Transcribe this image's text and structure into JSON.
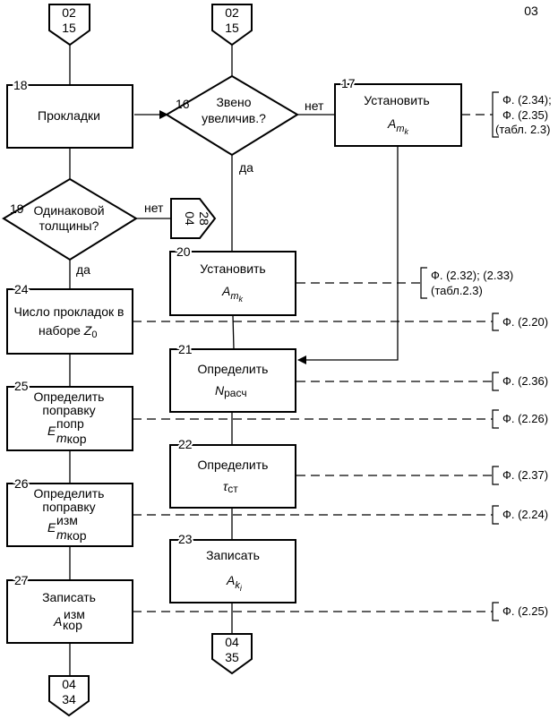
{
  "page_number": "03",
  "connectors": {
    "in_left": {
      "top": "02",
      "bottom": "15"
    },
    "in_mid": {
      "top": "02",
      "bottom": "15"
    },
    "out_right": {
      "top": "04",
      "bottom": "28"
    },
    "out_mid": {
      "top": "04",
      "bottom": "35"
    },
    "out_left": {
      "top": "04",
      "bottom": "34"
    }
  },
  "blocks": {
    "b16": {
      "num": "16",
      "line1": "Звено",
      "line2": "увеличив.?",
      "no": "нет",
      "yes": "да"
    },
    "b17": {
      "num": "17",
      "line1": "Установить",
      "var": "A",
      "sub": "m",
      "subsub": "k"
    },
    "b18": {
      "num": "18",
      "line1": "Прокладки"
    },
    "b19": {
      "num": "19",
      "line1": "Одинаковой",
      "line2": "толщины?",
      "no": "нет",
      "yes": "да"
    },
    "b20": {
      "num": "20",
      "line1": "Установить",
      "var": "A",
      "sub": "m",
      "subsub": "k"
    },
    "b21": {
      "num": "21",
      "line1": "Определить",
      "var": "N",
      "sub": "расч"
    },
    "b22": {
      "num": "22",
      "line1": "Определить",
      "var": "τ",
      "sub": "ст"
    },
    "b23": {
      "num": "23",
      "line1": "Записать",
      "var": "A",
      "sub": "k",
      "subsub": "i"
    },
    "b24": {
      "num": "24",
      "line1": "Число прокладок в",
      "line2": "наборе",
      "var": "Z",
      "sub": "0"
    },
    "b25": {
      "num": "25",
      "line1": "Определить",
      "line2": "поправку",
      "var": "E",
      "sup": "попр",
      "sub": "m",
      "subrest": "кор"
    },
    "b26": {
      "num": "26",
      "line1": "Определить",
      "line2": "поправку",
      "var": "E",
      "sup": "изм",
      "sub": "m",
      "subrest": "кор"
    },
    "b27": {
      "num": "27",
      "line1": "Записать",
      "var": "A",
      "sup": "изм",
      "sub": "кор"
    }
  },
  "refs": {
    "r17": [
      "Ф. (2.34);",
      "Ф. (2.35)",
      "(табл. 2.3)"
    ],
    "r20": [
      "Ф. (2.32); (2.33)",
      "(табл.2.3)"
    ],
    "r24": "Ф. (2.20)",
    "r21": "Ф. (2.36)",
    "r25": "Ф. (2.26)",
    "r22": "Ф. (2.37)",
    "r26": "Ф. (2.24)",
    "r27": "Ф. (2.25)"
  }
}
